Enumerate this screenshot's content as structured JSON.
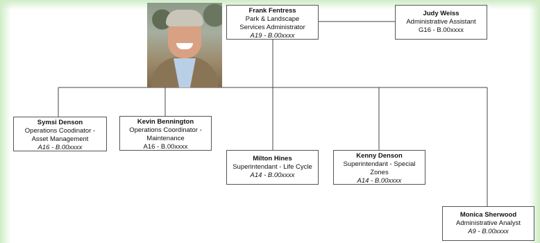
{
  "org_chart": {
    "photo_alt": "Portrait of Frank Fentress",
    "nodes": {
      "frank": {
        "name": "Frank Fentress",
        "role_line1": "Park & Landscape",
        "role_line2": "Services Administrator",
        "grade": "A19 - B.00xxxx"
      },
      "judy": {
        "name": "Judy Weiss",
        "role_line1": "Administrative Assistant",
        "grade": "G16 - B.00xxxx"
      },
      "symsi": {
        "name": "Symsi Denson",
        "role_line1": "Operations Coodinator -",
        "role_line2": "Asset Management",
        "grade": "A16 - B.00xxxx"
      },
      "kevin": {
        "name": "Kevin Bennington",
        "role_line1": "Operations Coordinator -",
        "role_line2": "Maintenance",
        "grade": "A16 - B.00xxxx"
      },
      "milton": {
        "name": "Milton Hines",
        "role_line1": "Superintendant - Life Cycle",
        "grade": "A14 - B.00xxxx"
      },
      "kenny": {
        "name": "Kenny Denson",
        "role_line1": "Superintendant - Special",
        "role_line2": "Zones",
        "grade": "A14 - B.00xxxx"
      },
      "monica": {
        "name": "Monica Sherwood",
        "role_line1": "Administrative Analyst",
        "grade": "A9 - B.00xxxx"
      }
    }
  },
  "colors": {
    "edge_glow": "#cfecc6",
    "box_border": "#555555",
    "connector": "#444444"
  }
}
